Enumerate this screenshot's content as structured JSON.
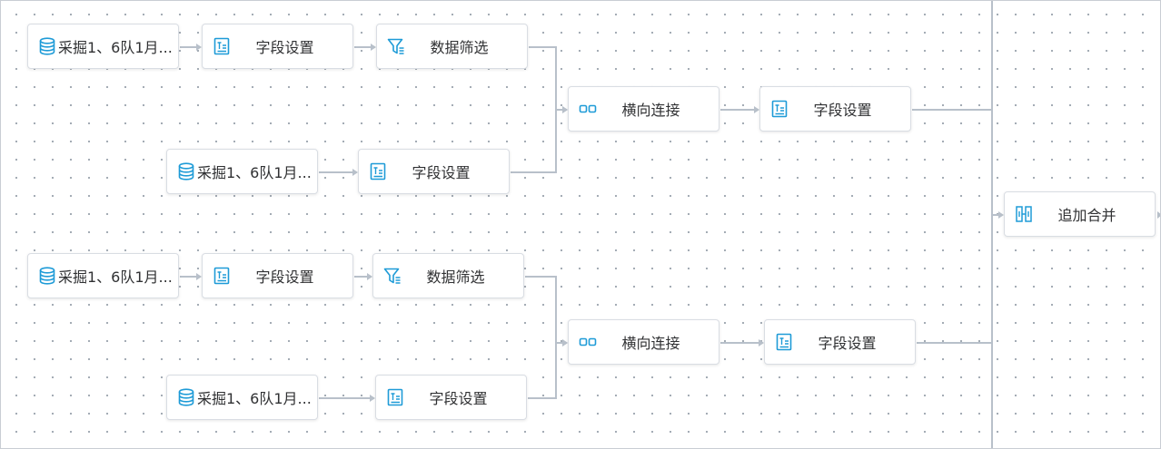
{
  "nodes": {
    "src1": {
      "label": "采掘1、6队1月...",
      "icon": "database-icon"
    },
    "field1": {
      "label": "字段设置",
      "icon": "table-icon"
    },
    "filter1": {
      "label": "数据筛选",
      "icon": "filter-icon"
    },
    "src2": {
      "label": "采掘1、6队1月...",
      "icon": "database-icon"
    },
    "field2": {
      "label": "字段设置",
      "icon": "table-icon"
    },
    "join1": {
      "label": "横向连接",
      "icon": "join-icon"
    },
    "field3": {
      "label": "字段设置",
      "icon": "table-icon"
    },
    "src3": {
      "label": "采掘1、6队1月...",
      "icon": "database-icon"
    },
    "field4": {
      "label": "字段设置",
      "icon": "table-icon"
    },
    "filter2": {
      "label": "数据筛选",
      "icon": "filter-icon"
    },
    "src4": {
      "label": "采掘1、6队1月...",
      "icon": "database-icon"
    },
    "field5": {
      "label": "字段设置",
      "icon": "table-icon"
    },
    "join2": {
      "label": "横向连接",
      "icon": "join-icon"
    },
    "field6": {
      "label": "字段设置",
      "icon": "table-icon"
    },
    "append": {
      "label": "追加合并",
      "icon": "append-merge-icon"
    }
  },
  "edges": [
    [
      "src1",
      "field1"
    ],
    [
      "field1",
      "filter1"
    ],
    [
      "filter1",
      "join1"
    ],
    [
      "src2",
      "field2"
    ],
    [
      "field2",
      "join1"
    ],
    [
      "join1",
      "field3"
    ],
    [
      "field3",
      "append"
    ],
    [
      "src3",
      "field4"
    ],
    [
      "field4",
      "filter2"
    ],
    [
      "filter2",
      "join2"
    ],
    [
      "src4",
      "field5"
    ],
    [
      "field5",
      "join2"
    ],
    [
      "join2",
      "field6"
    ],
    [
      "field6",
      "append"
    ]
  ],
  "colors": {
    "icon": "#1e9bd7",
    "edge": "#b8c0ca",
    "node_border": "#d9dde3"
  }
}
